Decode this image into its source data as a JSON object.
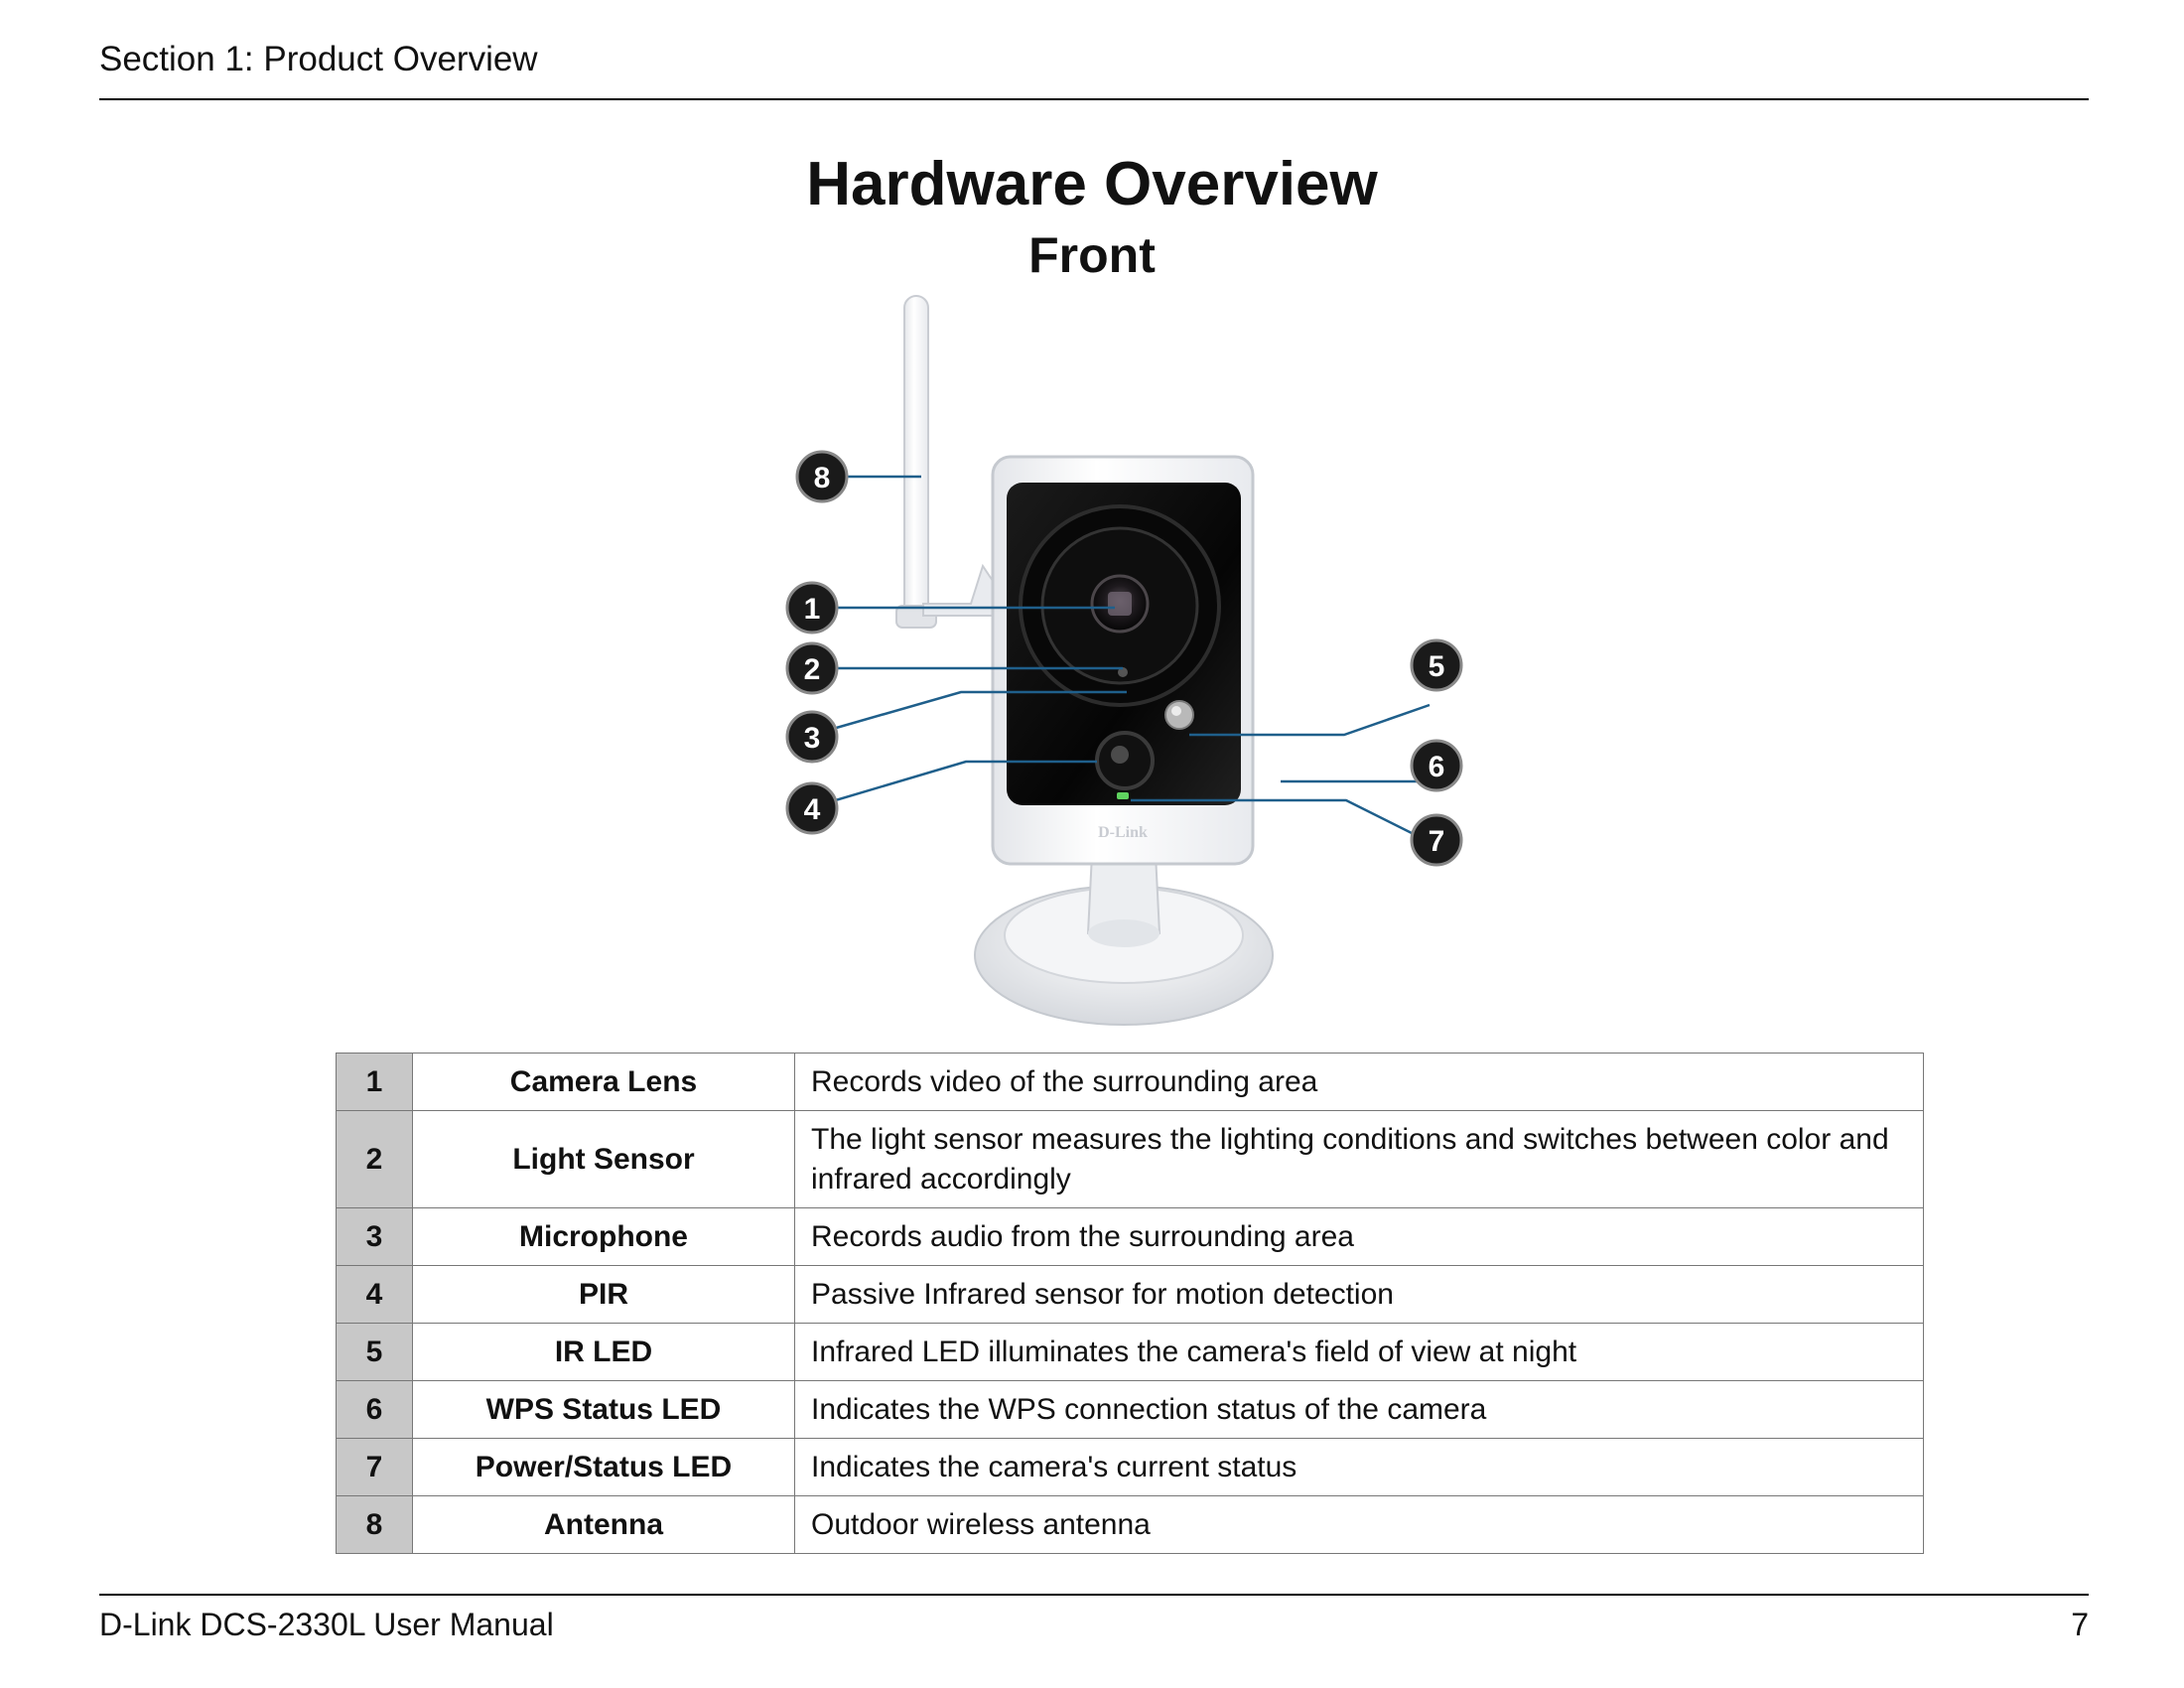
{
  "header": {
    "section": "Section 1: Product Overview"
  },
  "title": "Hardware Overview",
  "subtitle": "Front",
  "figure": {
    "callouts": [
      "1",
      "2",
      "3",
      "4",
      "5",
      "6",
      "7",
      "8"
    ],
    "brand_mark": "D-Link"
  },
  "table": {
    "rows": [
      {
        "num": "1",
        "name": "Camera Lens",
        "desc": "Records video of the surrounding area"
      },
      {
        "num": "2",
        "name": "Light Sensor",
        "desc": "The light sensor measures the lighting conditions and switches between color and infrared accordingly"
      },
      {
        "num": "3",
        "name": "Microphone",
        "desc": "Records audio from the surrounding area"
      },
      {
        "num": "4",
        "name": "PIR",
        "desc": "Passive Infrared sensor for motion detection"
      },
      {
        "num": "5",
        "name": "IR LED",
        "desc": "Infrared LED illuminates the camera's field of view at night"
      },
      {
        "num": "6",
        "name": "WPS Status LED",
        "desc": "Indicates the WPS connection status of the camera"
      },
      {
        "num": "7",
        "name": "Power/Status LED",
        "desc": "Indicates the camera's current status"
      },
      {
        "num": "8",
        "name": "Antenna",
        "desc": "Outdoor wireless antenna"
      }
    ]
  },
  "footer": {
    "manual": "D-Link DCS-2330L User Manual",
    "page": "7"
  },
  "colors": {
    "leader_line": "#1f5f8b",
    "callout_fill": "#1a1a1a",
    "header_cell": "#c8c8c8",
    "status_led": "#5fd35f"
  }
}
